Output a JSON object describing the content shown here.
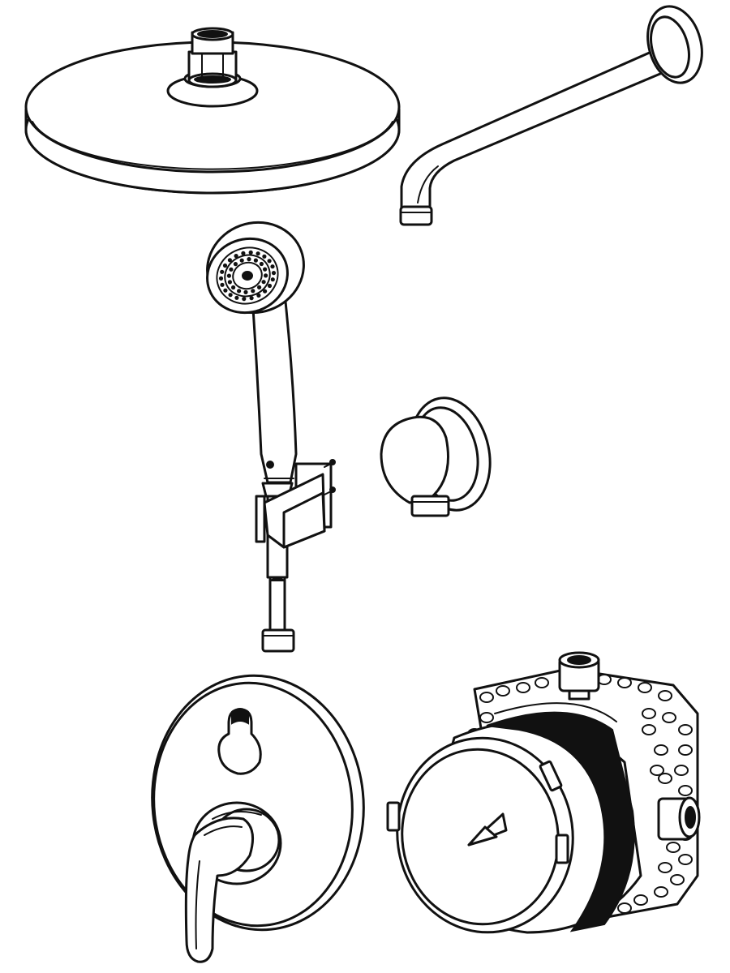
{
  "figure": {
    "kind": "exploded parts drawing",
    "background_color": "#ffffff",
    "line_color": "#111111",
    "parts": [
      {
        "id": "overhead-shower",
        "icon": "round-rain-shower-head-icon"
      },
      {
        "id": "shower-arm",
        "icon": "wall-mounted-shower-arm-icon"
      },
      {
        "id": "hand-shower",
        "icon": "hand-shower-with-hose-icon"
      },
      {
        "id": "wall-bracket",
        "icon": "shower-holder-bracket-icon"
      },
      {
        "id": "wall-outlet-elbow",
        "icon": "wall-outlet-elbow-icon"
      },
      {
        "id": "trim-plate-with-lever",
        "icon": "mixer-trim-plate-with-lever-icon"
      },
      {
        "id": "concealed-valve-body",
        "icon": "concealed-valve-box-icon"
      }
    ]
  }
}
